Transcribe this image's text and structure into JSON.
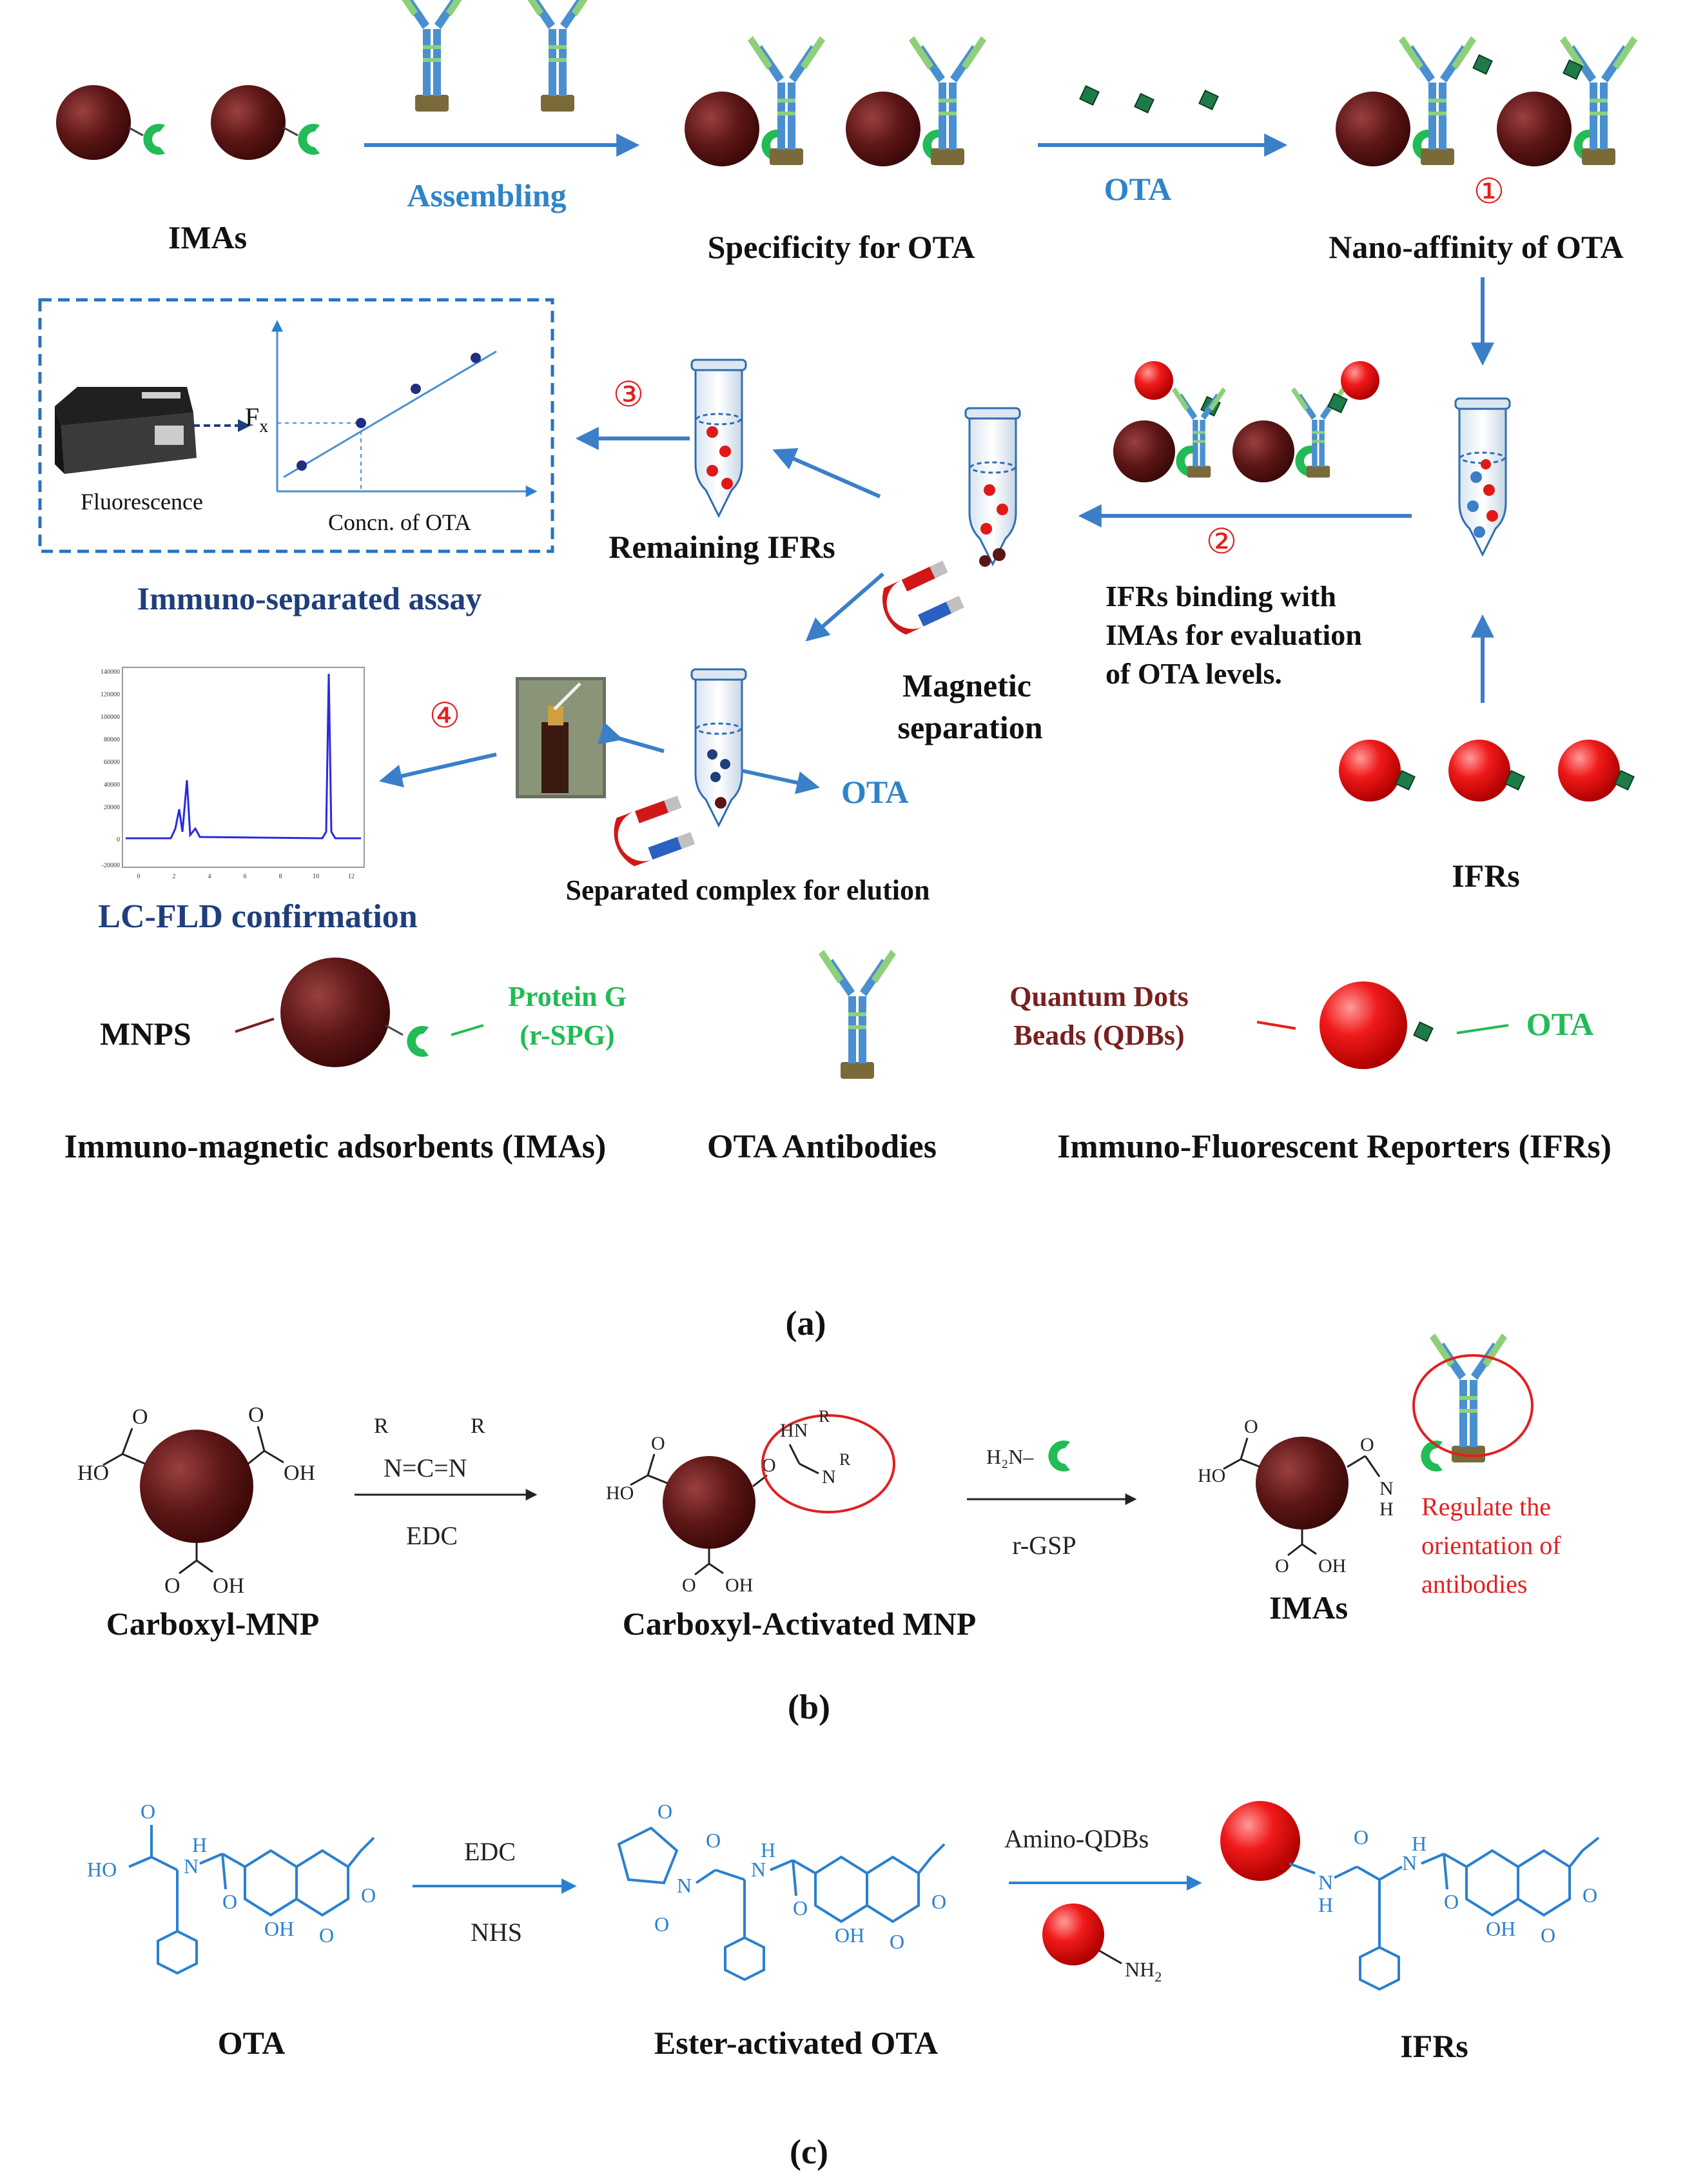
{
  "colors": {
    "mnp": "#5a1414",
    "mnp_light": "#a04848",
    "red_bead": "#e01818",
    "protein_g": "#22bb55",
    "antibody_blue": "#4a8fd0",
    "antibody_green": "#8ed07a",
    "antibody_base": "#7a6a3a",
    "ota_square": "#1f7a4a",
    "arrow_blue": "#3a7fc8",
    "label_blue": "#2f84c9",
    "dark_blue": "#1f3f7a",
    "step_red": "#e02020",
    "qdb_label": "#7a1f1f",
    "chem_blue": "#2a80d0",
    "chem_black": "#222222",
    "chem_red": "#e02020"
  },
  "panel_a": {
    "top_row": {
      "imas_label": "IMAs",
      "assembling_label": "Assembling",
      "specificity_label": "Specificity for OTA",
      "ota_arrow_label": "OTA",
      "nano_affinity_label": "Nano-affinity of OTA"
    },
    "steps": {
      "step1": "①",
      "step2": "②",
      "step3": "③",
      "step4": "④"
    },
    "assay_box": {
      "fluorescence_label": "Fluorescence",
      "fx_label": "F",
      "fx_sub": "x",
      "concn_label": "Concn. of OTA",
      "box_title": "Immuno-separated assay"
    },
    "remaining_ifrs_label": "Remaining IFRs",
    "magnetic_separation": [
      "Magnetic",
      "separation"
    ],
    "binding_text": [
      "IFRs binding with",
      "IMAs for evaluation",
      "of OTA levels."
    ],
    "ifrs_label": "IFRs",
    "elution_label": "Separated complex for elution",
    "elution_ota": "OTA",
    "lc_title": "LC-FLD confirmation",
    "chromatogram": {
      "y_ticks": [
        "140000",
        "120000",
        "100000",
        "80000",
        "60000",
        "40000",
        "20000",
        "0",
        "-20000"
      ],
      "x_ticks": [
        "0",
        "2",
        "4",
        "6",
        "8",
        "10",
        "12"
      ]
    },
    "legend": {
      "mnps_label": "MNPS",
      "protein_g_line1": "Protein G",
      "protein_g_line2": "(r-SPG)",
      "qdb_line1": "Quantum Dots",
      "qdb_line2": "Beads (QDBs)",
      "ota_label": "OTA",
      "imas_caption": "Immuno-magnetic adsorbents (IMAs)",
      "antibodies_caption": "OTA Antibodies",
      "ifrs_caption": "Immuno-Fluorescent Reporters (IFRs)"
    },
    "caption": "(a)"
  },
  "panel_b": {
    "carboxyl_mnp": "Carboxyl-MNP",
    "edc_label": "EDC",
    "carbodiimide": {
      "r1": "R",
      "bond": "N=C=N",
      "r2": "R"
    },
    "activated_mnp": "Carboxyl-Activated MNP",
    "rgsp_label": "r-GSP",
    "h2n_label": "H₂N–",
    "imas_label": "IMAs",
    "regulate_text": [
      "Regulate the",
      "orientation of",
      "antibodies"
    ],
    "atoms": {
      "ho": "HO",
      "oh": "OH",
      "o": "O",
      "hn": "HN",
      "n": "N",
      "r": "R",
      "h": "H"
    },
    "caption": "(b)"
  },
  "panel_c": {
    "ota_label": "OTA",
    "edc_label": "EDC",
    "nhs_label": "NHS",
    "ester_label": "Ester-activated OTA",
    "amino_qdbs_label": "Amino-QDBs",
    "nh2_label": "NH",
    "nh2_sub": "2",
    "ifrs_label": "IFRs",
    "atoms": {
      "ho": "HO",
      "oh": "OH",
      "o": "O",
      "n": "N",
      "h": "H"
    },
    "caption": "(c)"
  }
}
